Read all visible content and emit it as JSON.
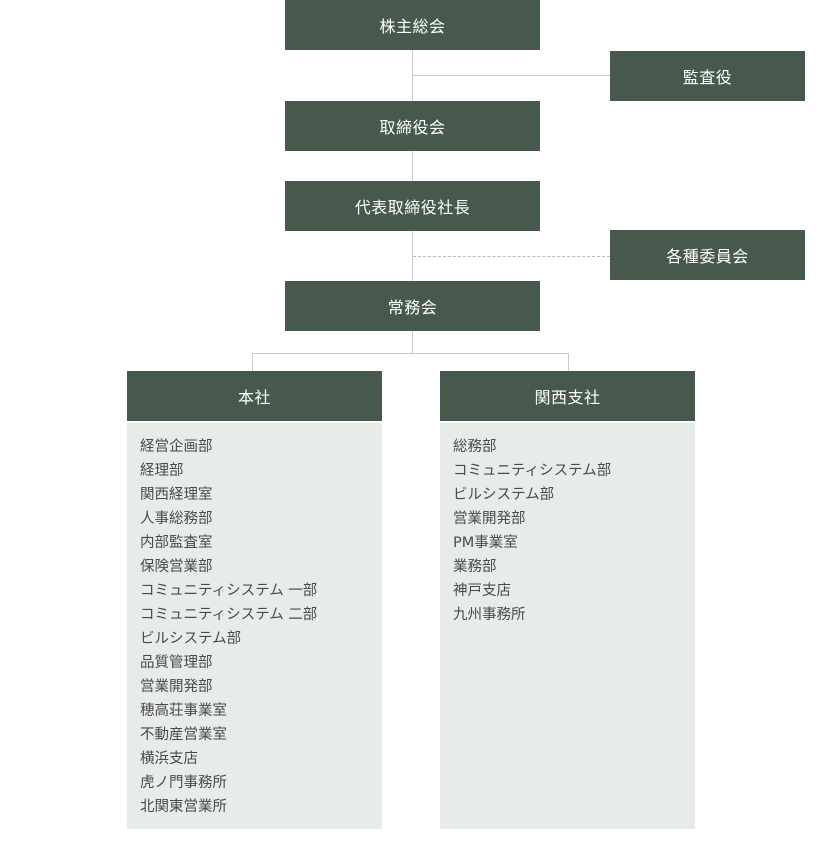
{
  "colors": {
    "box_background": "#47594d",
    "box_text": "#ffffff",
    "panel_background": "#e8ece8",
    "connector": "#c8cbc9",
    "list_text": "#4a4a4a"
  },
  "nodes": {
    "shareholders": "株主総会",
    "auditor": "監査役",
    "board": "取締役会",
    "president": "代表取締役社長",
    "committees": "各種委員会",
    "executive_committee": "常務会"
  },
  "branches": [
    {
      "title": "本社",
      "departments": [
        "経営企画部",
        "経理部",
        "関西経理室",
        "人事総務部",
        "内部監査室",
        "保険営業部",
        "コミュニティシステム 一部",
        "コミュニティシステム 二部",
        "ビルシステム部",
        "品質管理部",
        "営業開発部",
        "穂高荘事業室",
        "不動産営業室",
        "横浜支店",
        "虎ノ門事務所",
        "北関東営業所"
      ]
    },
    {
      "title": "関西支社",
      "departments": [
        "総務部",
        "コミュニティシステム部",
        "ビルシステム部",
        "営業開発部",
        "PM事業室",
        "業務部",
        "神戸支店",
        "九州事務所"
      ]
    }
  ]
}
